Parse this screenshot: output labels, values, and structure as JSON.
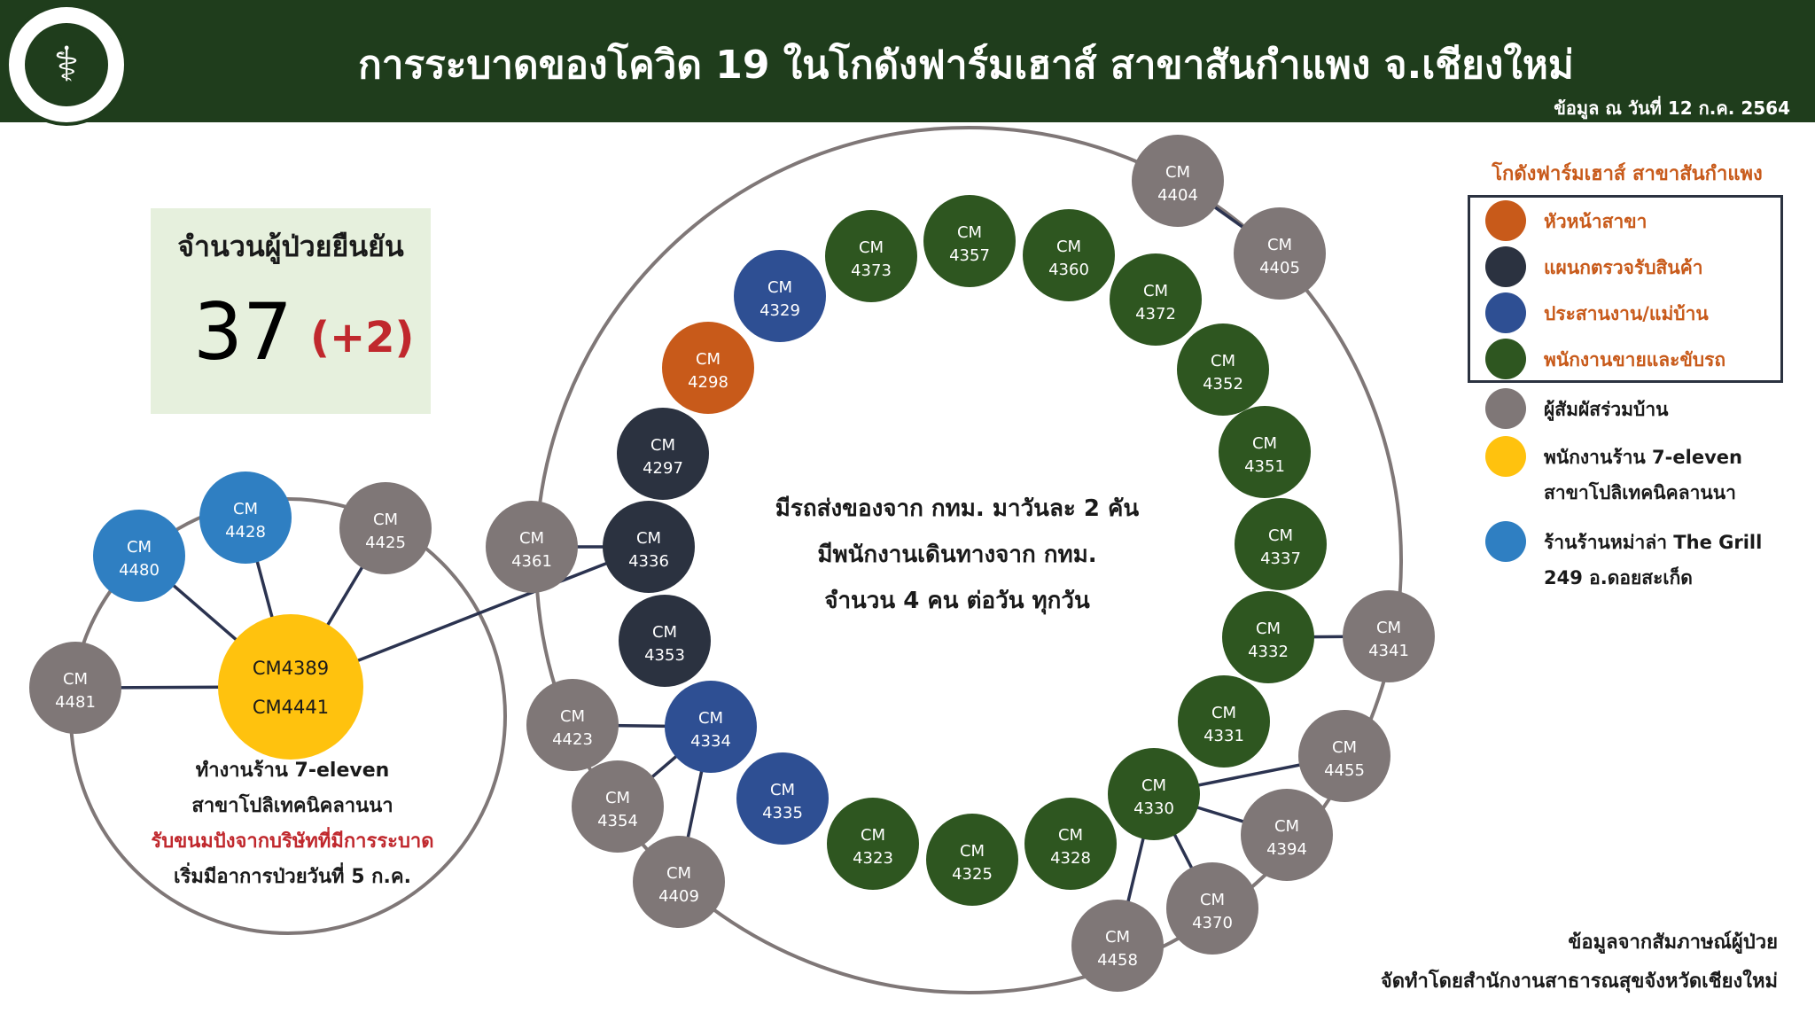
{
  "header": {
    "title": "การระบาดของโควิด 19 ในโกดังฟาร์มเฮาส์ สาขาสันกำแพง จ.เชียงใหม่",
    "date": "ข้อมูล ณ วันที่ 12 ก.ค. 2564",
    "logo_icon": "caduceus-icon"
  },
  "count": {
    "label": "จำนวนผู้ป่วยยืนยัน",
    "value": "37",
    "delta": "(+2)"
  },
  "center_note": {
    "line1": "มีรถส่งของจาก กทม. มาวันละ 2 คัน",
    "line2": "มีพนักงานเดินทางจาก กทม.",
    "line3": "จำนวน 4 คน ต่อวัน ทุกวัน"
  },
  "seven_note": {
    "line1": "ทำงานร้าน 7-eleven",
    "line2": "สาขาโปลิเทคนิคลานนา",
    "line3": "รับขนมปังจากบริษัทที่มีการระบาด",
    "line4": "เริ่มมีอาการป่วยวันที่ 5 ก.ค."
  },
  "legend": {
    "title": "โกดังฟาร์มเฮาส์ สาขาสันกำแพง",
    "items": [
      {
        "label": "หัวหน้าสาขา",
        "color": "#c85a1a"
      },
      {
        "label": "แผนกตรวจรับสินค้า",
        "color": "#2b3240"
      },
      {
        "label": "ประสานงาน/แม่บ้าน",
        "color": "#2e4f93"
      },
      {
        "label": "พนักงานขายและขับรถ",
        "color": "#2e5620"
      },
      {
        "label": "ผู้สัมผัสร่วมบ้าน",
        "color": "#7f7777"
      },
      {
        "label": "พนักงานร้าน 7-eleven",
        "label2": "สาขาโปลิเทคนิคลานนา",
        "color": "#ffc20e"
      },
      {
        "label": "ร้านร้านหม่าล่า The Grill",
        "label2": "249 อ.ดอยสะเก็ด",
        "color": "#2f7fc2"
      }
    ]
  },
  "credit": {
    "line1": "ข้อมูลจากสัมภาษณ์ผู้ป่วย",
    "line2": "จัดทำโดยสำนักงานสาธารณสุขจังหวัดเชียงใหม่"
  },
  "colors": {
    "orange": "#c85a1a",
    "dark": "#2b3240",
    "blue": "#2e4f93",
    "green": "#2e5620",
    "gray": "#7f7777",
    "yellow": "#ffc20e",
    "lightblue": "#2f7fc2"
  },
  "nodes": [
    {
      "id": "4298",
      "top": "CM",
      "bottom": "4298",
      "color": "orange"
    },
    {
      "id": "4329",
      "top": "CM",
      "bottom": "4329",
      "color": "blue"
    },
    {
      "id": "4373",
      "top": "CM",
      "bottom": "4373",
      "color": "green"
    },
    {
      "id": "4357",
      "top": "CM",
      "bottom": "4357",
      "color": "green"
    },
    {
      "id": "4360",
      "top": "CM",
      "bottom": "4360",
      "color": "green"
    },
    {
      "id": "4372",
      "top": "CM",
      "bottom": "4372",
      "color": "green"
    },
    {
      "id": "4352",
      "top": "CM",
      "bottom": "4352",
      "color": "green"
    },
    {
      "id": "4351",
      "top": "CM",
      "bottom": "4351",
      "color": "green"
    },
    {
      "id": "4337",
      "top": "CM",
      "bottom": "4337",
      "color": "green"
    },
    {
      "id": "4332",
      "top": "CM",
      "bottom": "4332",
      "color": "green"
    },
    {
      "id": "4331",
      "top": "CM",
      "bottom": "4331",
      "color": "green"
    },
    {
      "id": "4330",
      "top": "CM",
      "bottom": "4330",
      "color": "green"
    },
    {
      "id": "4328",
      "top": "CM",
      "bottom": "4328",
      "color": "green"
    },
    {
      "id": "4325",
      "top": "CM",
      "bottom": "4325",
      "color": "green"
    },
    {
      "id": "4323",
      "top": "CM",
      "bottom": "4323",
      "color": "green"
    },
    {
      "id": "4335",
      "top": "CM",
      "bottom": "4335",
      "color": "blue"
    },
    {
      "id": "4334",
      "top": "CM",
      "bottom": "4334",
      "color": "blue"
    },
    {
      "id": "4353",
      "top": "CM",
      "bottom": "4353",
      "color": "dark"
    },
    {
      "id": "4336",
      "top": "CM",
      "bottom": "4336",
      "color": "dark"
    },
    {
      "id": "4297",
      "top": "CM",
      "bottom": "4297",
      "color": "dark"
    },
    {
      "id": "4404",
      "top": "CM",
      "bottom": "4404",
      "color": "gray"
    },
    {
      "id": "4405",
      "top": "CM",
      "bottom": "4405",
      "color": "gray"
    },
    {
      "id": "4341",
      "top": "CM",
      "bottom": "4341",
      "color": "gray"
    },
    {
      "id": "4455",
      "top": "CM",
      "bottom": "4455",
      "color": "gray"
    },
    {
      "id": "4394",
      "top": "CM",
      "bottom": "4394",
      "color": "gray"
    },
    {
      "id": "4370",
      "top": "CM",
      "bottom": "4370",
      "color": "gray"
    },
    {
      "id": "4458",
      "top": "CM",
      "bottom": "4458",
      "color": "gray"
    },
    {
      "id": "4361",
      "top": "CM",
      "bottom": "4361",
      "color": "gray"
    },
    {
      "id": "4423",
      "top": "CM",
      "bottom": "4423",
      "color": "gray"
    },
    {
      "id": "4354",
      "top": "CM",
      "bottom": "4354",
      "color": "gray"
    },
    {
      "id": "4409",
      "top": "CM",
      "bottom": "4409",
      "color": "gray"
    },
    {
      "id": "4428",
      "top": "CM",
      "bottom": "4428",
      "color": "lightblue"
    },
    {
      "id": "4480",
      "top": "CM",
      "bottom": "4480",
      "color": "lightblue"
    },
    {
      "id": "4425",
      "top": "CM",
      "bottom": "4425",
      "color": "gray"
    },
    {
      "id": "4481",
      "top": "CM",
      "bottom": "4481",
      "color": "gray"
    },
    {
      "id": "4389",
      "top": "CM4389",
      "bottom": "CM4441",
      "color": "yellow"
    }
  ],
  "edges": [
    [
      "4404",
      "4405"
    ],
    [
      "4332",
      "4341"
    ],
    [
      "4330",
      "4455"
    ],
    [
      "4330",
      "4394"
    ],
    [
      "4330",
      "4370"
    ],
    [
      "4330",
      "4458"
    ],
    [
      "4361",
      "4336"
    ],
    [
      "4423",
      "4334"
    ],
    [
      "4354",
      "4334"
    ],
    [
      "4409",
      "4334"
    ],
    [
      "4389",
      "4428"
    ],
    [
      "4389",
      "4480"
    ],
    [
      "4389",
      "4425"
    ],
    [
      "4389",
      "4481"
    ],
    [
      "4389",
      "4336"
    ]
  ]
}
